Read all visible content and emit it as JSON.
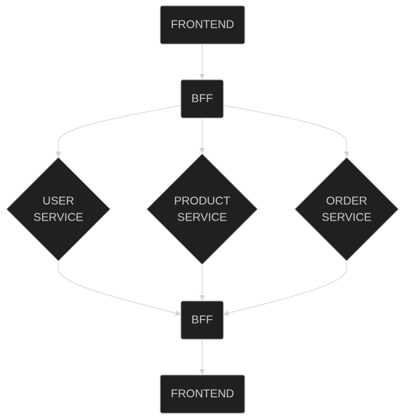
{
  "colors": {
    "node_fill": "#1f2020",
    "node_stroke": "#cccccc",
    "node_text": "#cccccc",
    "edge": "#d3d3d3",
    "background": "#ffffff"
  },
  "nodes": {
    "frontend_top": {
      "label": "FRONTEND"
    },
    "bff_top": {
      "label": "BFF"
    },
    "user_service": {
      "line1": "USER",
      "line2": "SERVICE"
    },
    "product_service": {
      "line1": "PRODUCT",
      "line2": "SERVICE"
    },
    "order_service": {
      "line1": "ORDER",
      "line2": "SERVICE"
    },
    "bff_bottom": {
      "label": "BFF"
    },
    "frontend_bottom": {
      "label": "FRONTEND"
    }
  }
}
